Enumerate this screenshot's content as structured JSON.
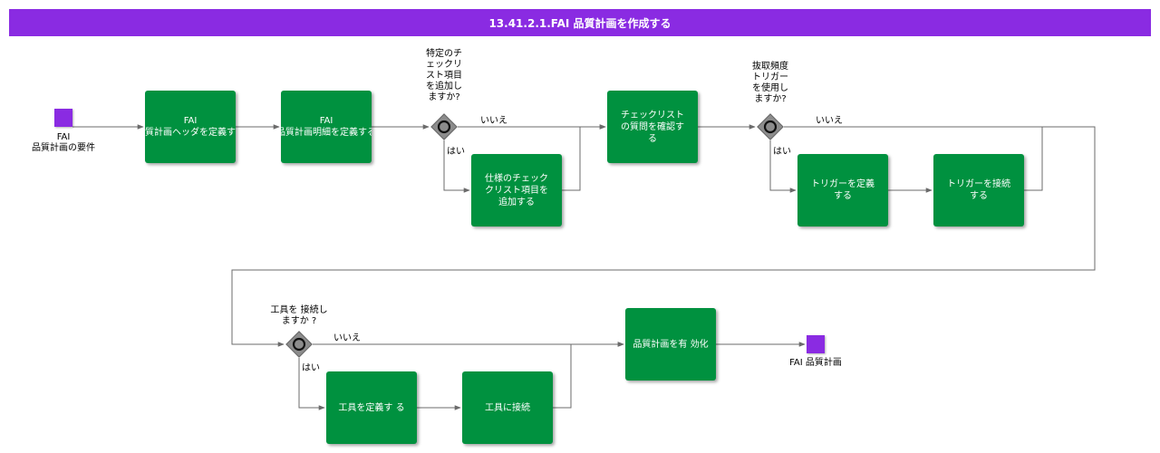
{
  "title": "13.41.2.1.FAI 品質計画を作成する",
  "colors": {
    "header": "#8a2be2",
    "task": "#00913f",
    "event": "#8a2be2",
    "line": "#6b6b6b"
  },
  "start_event": {
    "label_line1": "FAI",
    "label_line2": "品質計画の要件"
  },
  "end_event": {
    "label": "FAI 品質計画"
  },
  "tasks": {
    "header_def": {
      "line1": "FAI",
      "line2": "品質計画ヘッダを定義する"
    },
    "detail_def": {
      "line1": "FAI",
      "line2": "品質計画明細を定義する"
    },
    "spec_check": {
      "text": "仕様のチェッククリスト項目を追加する"
    },
    "confirm_check": {
      "text": "チェックリストの質問を確認する"
    },
    "trigger_def": {
      "text": "トリガーを定義する"
    },
    "trigger_link": {
      "text": "トリガーを接続する"
    },
    "tool_def": {
      "text": "工具を定義す る"
    },
    "tool_link": {
      "text": "工具に接続"
    },
    "activate": {
      "text": "品質計画を有 効化"
    }
  },
  "gateways": {
    "g1": {
      "question": [
        "特定のチ",
        "ェックリ",
        "スト項目",
        "を追加し",
        "ますか?"
      ],
      "yes": "はい",
      "no": "いいえ"
    },
    "g2": {
      "question": [
        "抜取頻度",
        "トリガー",
        "を使用し",
        "ますか?"
      ],
      "yes": "はい",
      "no": "いいえ"
    },
    "g3": {
      "question": [
        "工具を 接続し",
        "ますか ?"
      ],
      "yes": "はい",
      "no": "いいえ"
    }
  }
}
